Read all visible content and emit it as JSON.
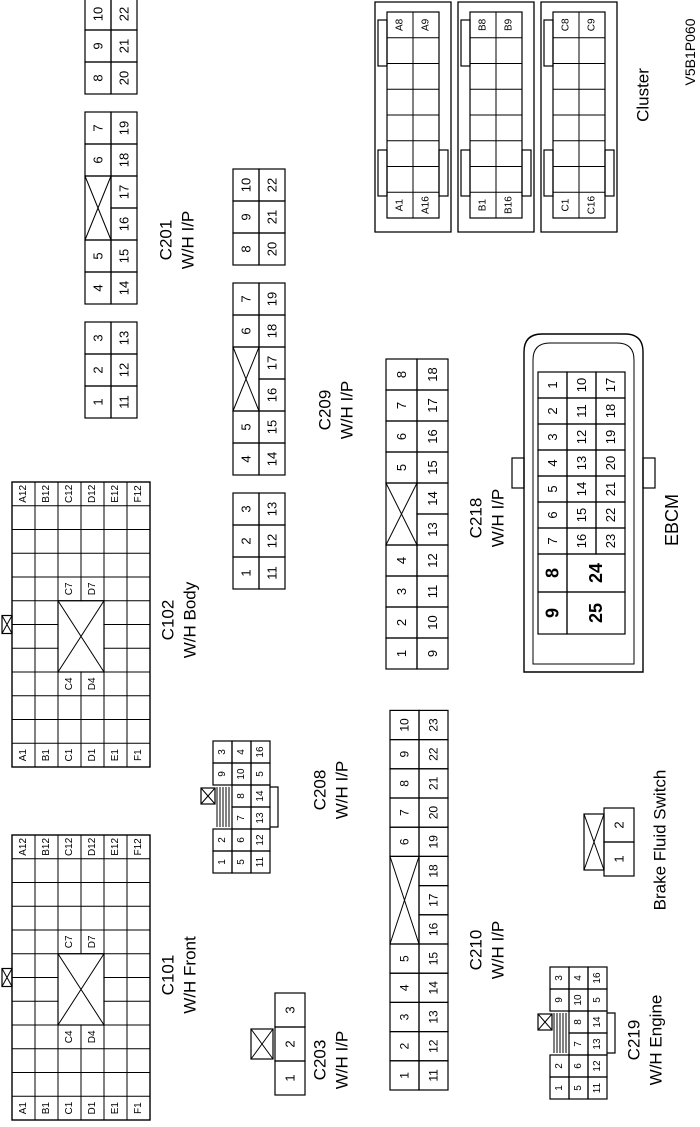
{
  "figure_id": "V5B1P060",
  "connectors": {
    "c201": {
      "id": "C201",
      "harness": "W/H I/P",
      "row1": [
        "1",
        "2",
        "3",
        "4",
        "5",
        "6",
        "7",
        "8",
        "9",
        "10"
      ],
      "row2": [
        "11",
        "12",
        "13",
        "14",
        "15",
        "16",
        "17",
        "18",
        "19",
        "20",
        "21",
        "22"
      ]
    },
    "c209": {
      "id": "C209",
      "harness": "W/H I/P",
      "row1": [
        "1",
        "2",
        "3",
        "4",
        "5",
        "6",
        "7",
        "8",
        "9",
        "10"
      ],
      "row2": [
        "11",
        "12",
        "13",
        "14",
        "15",
        "16",
        "17",
        "18",
        "19",
        "20",
        "21",
        "22"
      ]
    },
    "c218": {
      "id": "C218",
      "harness": "W/H I/P",
      "row1": [
        "1",
        "2",
        "3",
        "4",
        "5",
        "6",
        "7",
        "8"
      ],
      "row2": [
        "9",
        "10",
        "11",
        "12",
        "13",
        "14",
        "15",
        "16",
        "17",
        "18"
      ]
    },
    "c210": {
      "id": "C210",
      "harness": "W/H I/P",
      "row1": [
        "1",
        "2",
        "3",
        "4",
        "5",
        "6",
        "7",
        "8",
        "9",
        "10"
      ],
      "row2": [
        "11",
        "12",
        "13",
        "14",
        "15",
        "16",
        "17",
        "18",
        "19",
        "20",
        "21",
        "22",
        "23"
      ]
    },
    "c208": {
      "id": "C208",
      "harness": "W/H I/P",
      "row_a": [
        "1",
        "2",
        "7",
        "8",
        "9",
        "3",
        "4"
      ],
      "row_b": [
        "5",
        "6",
        "13",
        "14",
        "10",
        "5",
        "16"
      ],
      "row_c": [
        "11",
        "12"
      ]
    },
    "c219": {
      "id": "C219",
      "harness": "W/H Engine",
      "row_a": [
        "1",
        "2",
        "7",
        "8",
        "9",
        "3",
        "4"
      ],
      "row_b": [
        "5",
        "6",
        "13",
        "14",
        "10",
        "5",
        "16"
      ],
      "row_c": [
        "11",
        "12"
      ]
    },
    "c203": {
      "id": "C203",
      "harness": "W/H I/P",
      "pins": [
        "1",
        "2",
        "3"
      ]
    },
    "c102": {
      "id": "C102",
      "harness": "W/H Body",
      "left_labels": [
        "A1",
        "B1",
        "C1",
        "D1",
        "E1",
        "F1"
      ],
      "right_labels": [
        "A12",
        "B12",
        "C12",
        "D12",
        "E12",
        "F12"
      ],
      "mid_labels": [
        "C4",
        "D4",
        "C7",
        "D7"
      ]
    },
    "c101": {
      "id": "C101",
      "harness": "W/H Front",
      "left_labels": [
        "A1",
        "B1",
        "C1",
        "D1",
        "E1",
        "F1"
      ],
      "right_labels": [
        "A12",
        "B12",
        "C12",
        "D12",
        "E12",
        "F12"
      ],
      "mid_labels": [
        "C4",
        "D4",
        "C7",
        "D7"
      ]
    },
    "ebcm": {
      "id": "EBCM",
      "row1": [
        "1",
        "2",
        "3",
        "4",
        "5",
        "6",
        "7",
        "8",
        "9"
      ],
      "row2": [
        "10",
        "11",
        "12",
        "13",
        "14",
        "15",
        "16"
      ],
      "row3": [
        "17",
        "18",
        "19",
        "20",
        "21",
        "22",
        "23",
        "24",
        "25"
      ]
    },
    "cluster": {
      "id": "Cluster",
      "blocks": [
        {
          "bottom": [
            "A1",
            "A16"
          ],
          "top": [
            "A8",
            "A9"
          ]
        },
        {
          "bottom": [
            "B1",
            "B16"
          ],
          "top": [
            "B8",
            "B9"
          ]
        },
        {
          "bottom": [
            "C1",
            "C16"
          ],
          "top": [
            "C8",
            "C9"
          ]
        }
      ]
    },
    "brake_fluid_switch": {
      "id": "Brake Fluid Switch",
      "pins": [
        "1",
        "2"
      ]
    }
  }
}
